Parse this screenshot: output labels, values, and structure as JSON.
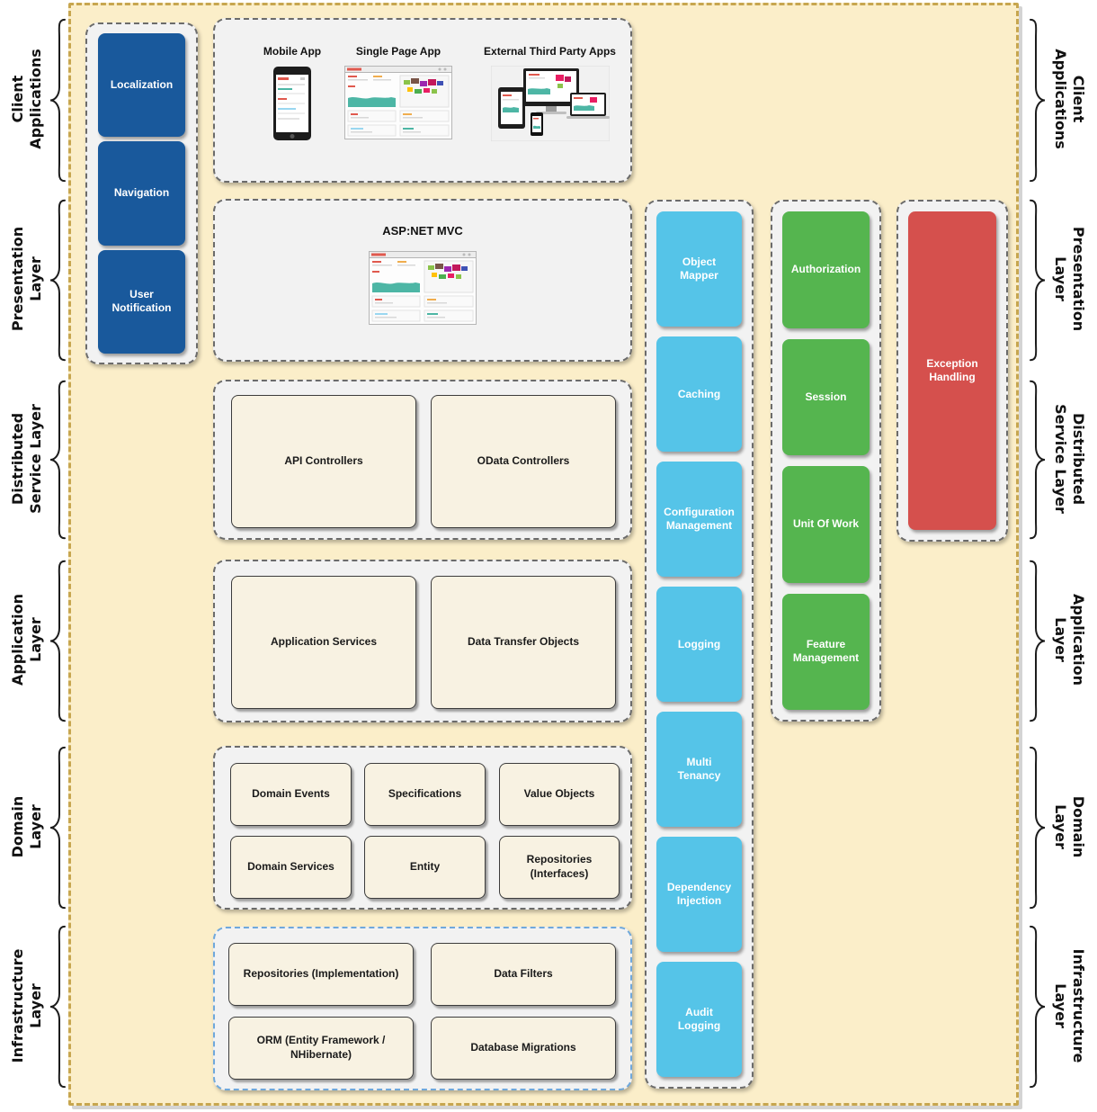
{
  "layers": [
    {
      "label": "Client\nApplications"
    },
    {
      "label": "Presentation\nLayer"
    },
    {
      "label": "Distributed\nService Layer"
    },
    {
      "label": "Application\nLayer"
    },
    {
      "label": "Domain\nLayer"
    },
    {
      "label": "Infrastructure\nLayer"
    }
  ],
  "sidebar": {
    "items": [
      {
        "label": "Localization"
      },
      {
        "label": "Navigation"
      },
      {
        "label": "User Notification"
      }
    ]
  },
  "client_row": {
    "figures": [
      {
        "label": "Mobile App"
      },
      {
        "label": "Single Page App"
      },
      {
        "label": "External Third Party Apps"
      }
    ]
  },
  "presentation_row": {
    "title": "ASP:NET MVC"
  },
  "distributed_row": {
    "boxes": [
      {
        "label": "API Controllers"
      },
      {
        "label": "OData Controllers"
      }
    ]
  },
  "application_row": {
    "boxes": [
      {
        "label": "Application Services"
      },
      {
        "label": "Data Transfer Objects"
      }
    ]
  },
  "domain_row": {
    "boxes": [
      {
        "label": "Domain Events"
      },
      {
        "label": "Specifications"
      },
      {
        "label": "Value Objects"
      },
      {
        "label": "Domain Services"
      },
      {
        "label": "Entity"
      },
      {
        "label": "Repositories\n(Interfaces)"
      }
    ]
  },
  "infrastructure_row": {
    "boxes": [
      {
        "label": "Repositories (Implementation)"
      },
      {
        "label": "Data Filters"
      },
      {
        "label": "ORM (Entity Framework /\nNHibernate)"
      },
      {
        "label": "Database Migrations"
      }
    ]
  },
  "cross_cutting": {
    "column1": [
      {
        "label": "Object Mapper"
      },
      {
        "label": "Caching"
      },
      {
        "label": "Configuration Management"
      },
      {
        "label": "Logging"
      },
      {
        "label": "Multi Tenancy"
      },
      {
        "label": "Dependency Injection"
      },
      {
        "label": "Audit Logging"
      }
    ],
    "column2": [
      {
        "label": "Authorization"
      },
      {
        "label": "Session"
      },
      {
        "label": "Unit Of Work"
      },
      {
        "label": "Feature Management"
      }
    ],
    "column3": [
      {
        "label": "Exception Handling"
      }
    ]
  },
  "colors": {
    "panel_bg": "#FBEEC9",
    "panel_border": "#C7A64F",
    "container_bg": "#F2F2F2",
    "container_border": "#6B6B6B",
    "infrastructure_container_border": "#6FA8DC",
    "sidebar_box": "#19599C",
    "cross_cutting_col1": "#55C4E8",
    "cross_cutting_col2": "#55B54F",
    "cross_cutting_col3": "#D5504D",
    "cream_box_bg": "#F8F2E2",
    "cream_box_border": "#3C3C3C"
  }
}
